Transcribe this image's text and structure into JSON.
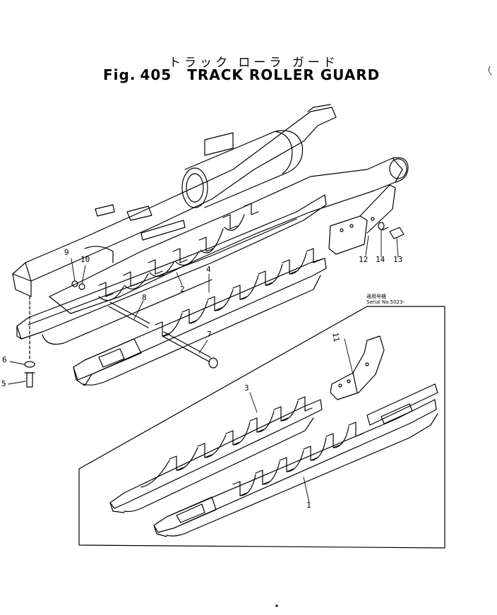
{
  "figure": {
    "title_jp": "トラック ローラ ガード",
    "prefix": "Fig.",
    "number": "405",
    "name": "TRACK ROLLER GUARD"
  },
  "serial_note": {
    "line1": "適用号機",
    "line2": "Serial No.5023-"
  },
  "callouts": [
    {
      "id": "c9",
      "label": "9"
    },
    {
      "id": "c10",
      "label": "10"
    },
    {
      "id": "c2",
      "label": "2"
    },
    {
      "id": "c4",
      "label": "4"
    },
    {
      "id": "c8",
      "label": "8"
    },
    {
      "id": "c7",
      "label": "7"
    },
    {
      "id": "c6",
      "label": "6"
    },
    {
      "id": "c5",
      "label": "5"
    },
    {
      "id": "c12",
      "label": "12"
    },
    {
      "id": "c14",
      "label": "14"
    },
    {
      "id": "c13",
      "label": "13"
    },
    {
      "id": "c11",
      "label": "11"
    },
    {
      "id": "c3",
      "label": "3"
    },
    {
      "id": "c1",
      "label": "1"
    }
  ]
}
